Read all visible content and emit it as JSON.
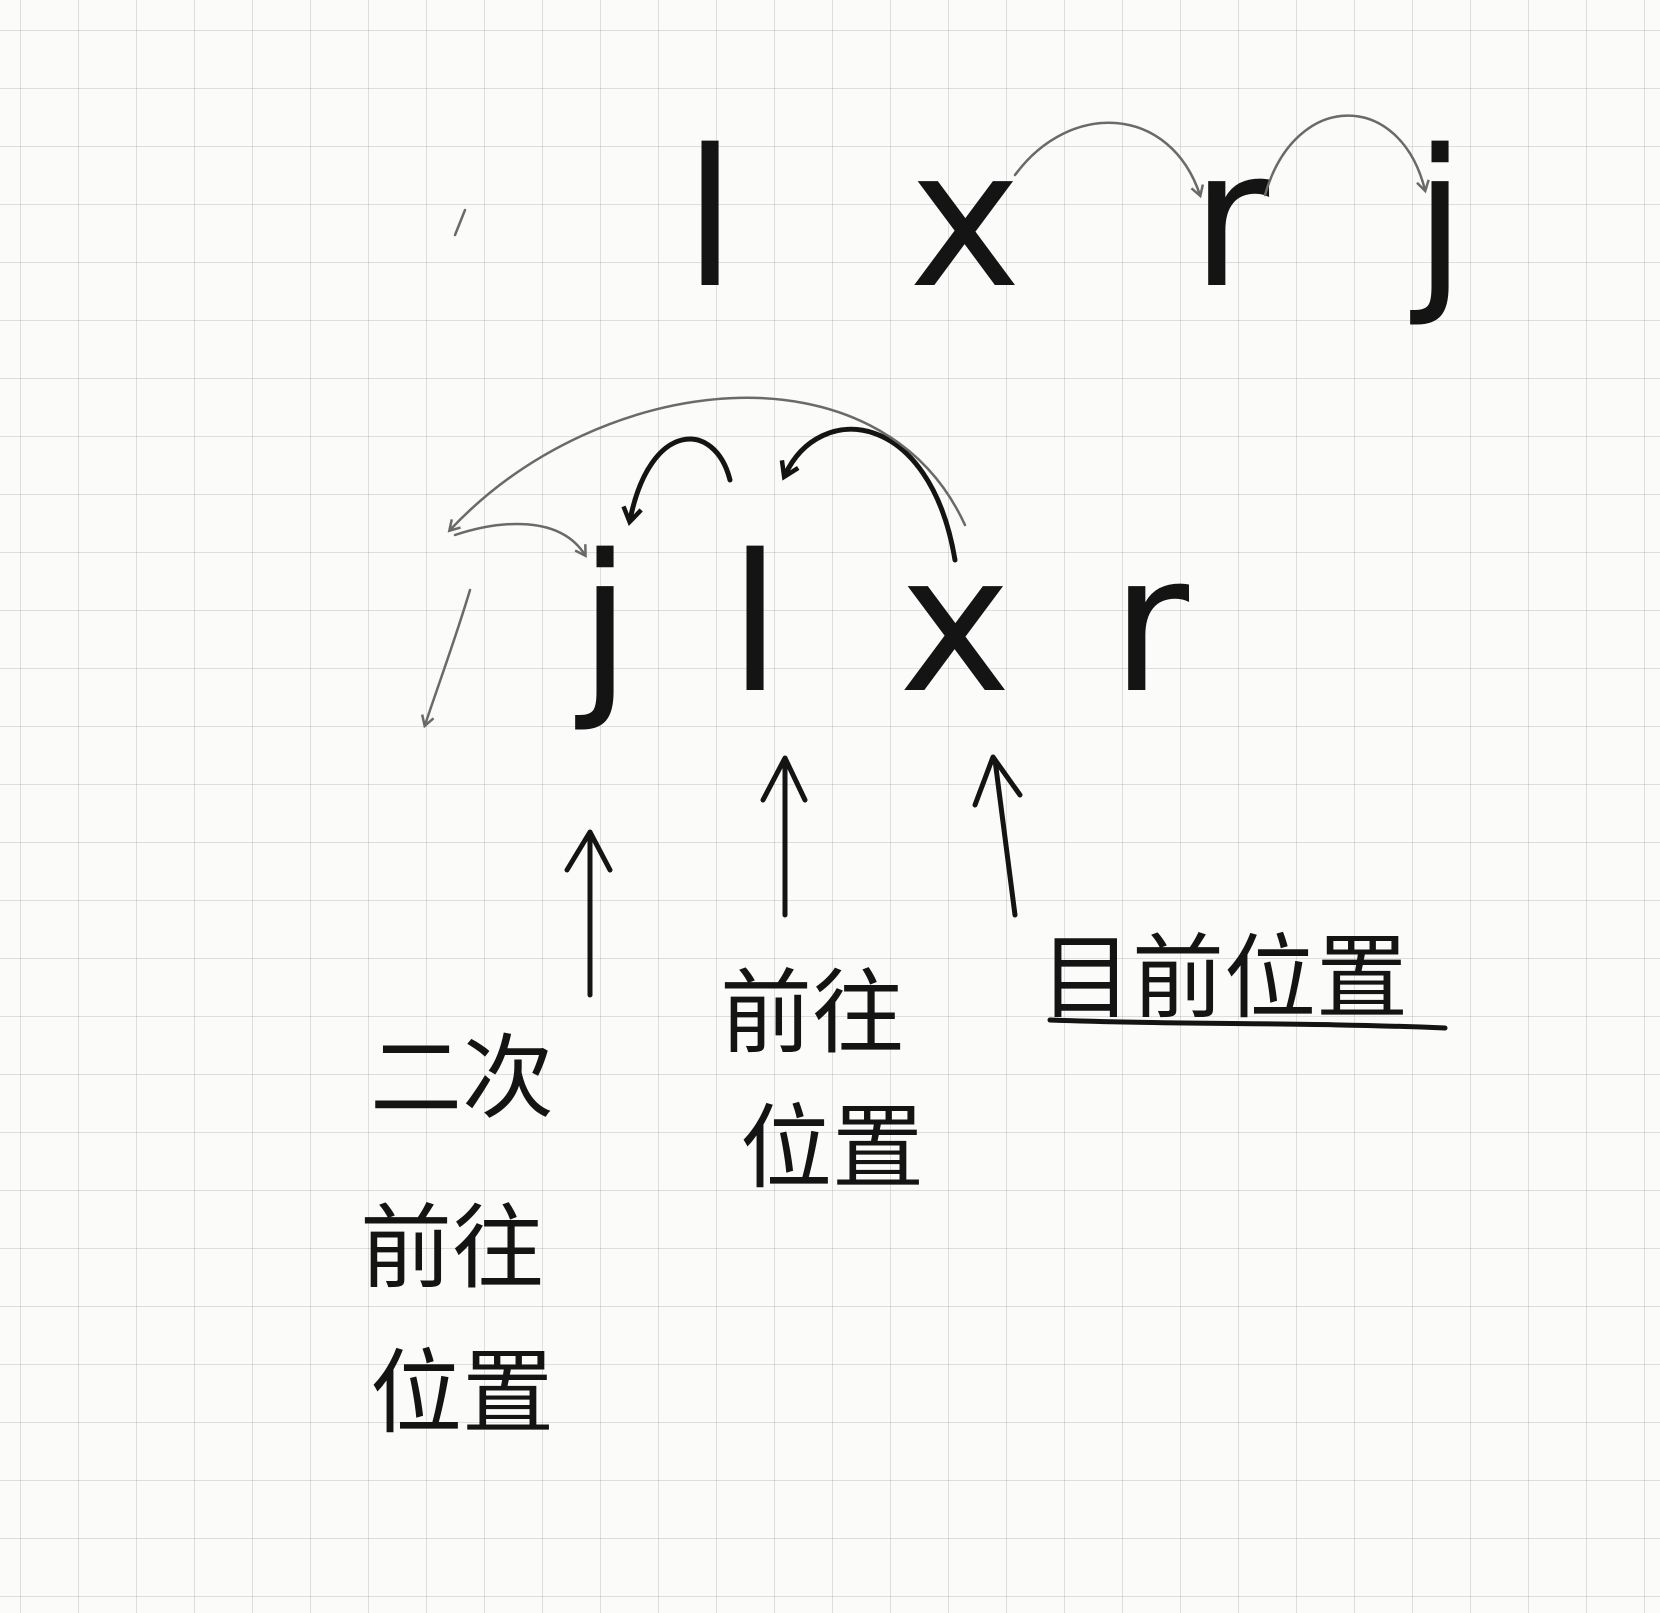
{
  "diagram": {
    "row_top": [
      "l",
      "x",
      "r",
      "j"
    ],
    "row_bottom": [
      "j",
      "l",
      "x",
      "r"
    ],
    "labels": {
      "current_position": "目前位置",
      "move_position": [
        "前往",
        "位置"
      ],
      "second_move_position": [
        "二次",
        "前往",
        "位置"
      ]
    }
  }
}
